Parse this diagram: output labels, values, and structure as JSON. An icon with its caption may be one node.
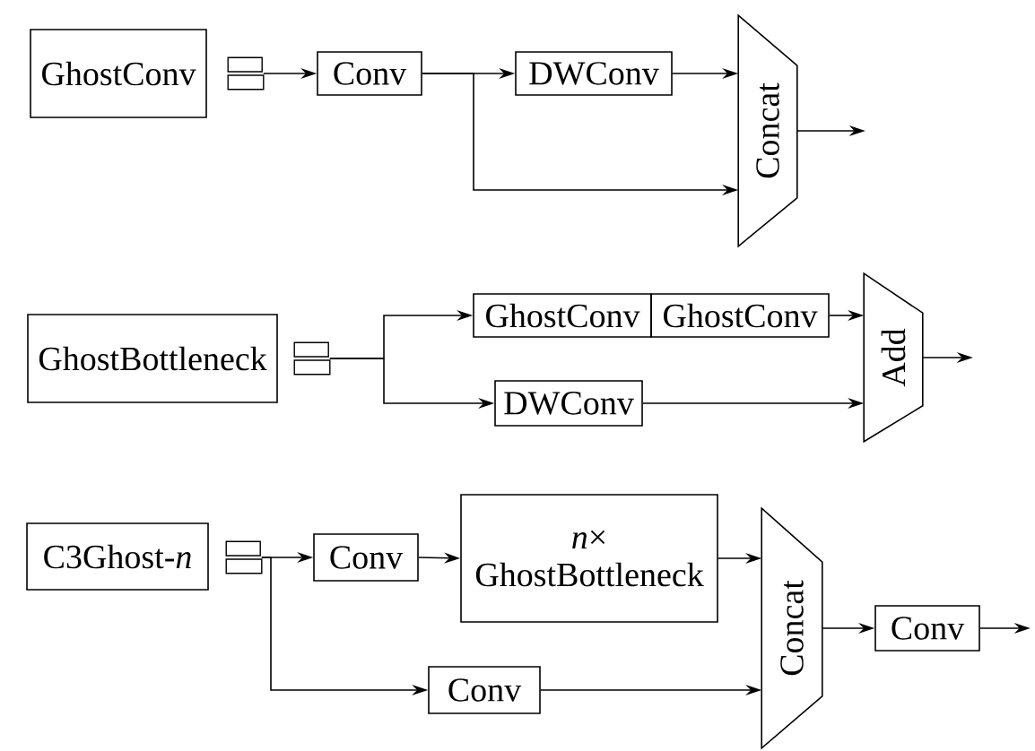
{
  "diagram": {
    "nodes": [
      {
        "text": [
          "GhostConv"
        ]
      },
      {
        "text": [],
        "shape": "box"
      },
      {
        "text": [
          "Conv"
        ]
      },
      {
        "text": [
          "DWConv"
        ]
      },
      {
        "text": [
          "Concat"
        ]
      },
      {
        "text": [
          "GhostBottleneck"
        ]
      },
      {
        "text": [],
        "shape": "box"
      },
      {
        "text": [
          "GhostConv"
        ]
      },
      {
        "text": [
          "GhostConv"
        ]
      },
      {
        "text": [
          "DWConv"
        ]
      },
      {
        "text": [
          "Add"
        ]
      },
      {
        "text": [
          "C3Ghost-*n*"
        ]
      },
      {
        "text": [],
        "shape": "box"
      },
      {
        "text": [
          "Conv"
        ]
      },
      {
        "text": [
          "*n*× GhostBottleneck"
        ]
      },
      {
        "text": [
          "Conv"
        ]
      },
      {
        "text": [
          "Concat"
        ]
      },
      {
        "text": [
          "Conv"
        ]
      }
    ],
    "edges": [
      {
        "from": 1,
        "to": 2,
        "arrow": "to"
      },
      {
        "from": 2,
        "to": 3,
        "arrow": "to"
      },
      {
        "from": 2,
        "to": 4,
        "arrow": "to"
      },
      {
        "from": 3,
        "to": 4,
        "arrow": "to"
      },
      {
        "from": 4,
        "to": null,
        "arrow": "to"
      },
      {
        "from": 6,
        "to": 7,
        "arrow": "to"
      },
      {
        "from": 6,
        "to": 9,
        "arrow": "to"
      },
      {
        "from": 8,
        "to": 10,
        "arrow": "to"
      },
      {
        "from": 9,
        "to": 10,
        "arrow": "to"
      },
      {
        "from": 10,
        "to": null,
        "arrow": "to"
      },
      {
        "from": 12,
        "to": 13,
        "arrow": "to"
      },
      {
        "from": 13,
        "to": 14,
        "arrow": "to"
      },
      {
        "from": 14,
        "to": 16,
        "arrow": "to"
      },
      {
        "from": 12,
        "to": 15,
        "arrow": "to"
      },
      {
        "from": 15,
        "to": 16,
        "arrow": "to"
      },
      {
        "from": 16,
        "to": 17,
        "arrow": "to"
      },
      {
        "from": 17,
        "to": null,
        "arrow": "to"
      }
    ]
  }
}
